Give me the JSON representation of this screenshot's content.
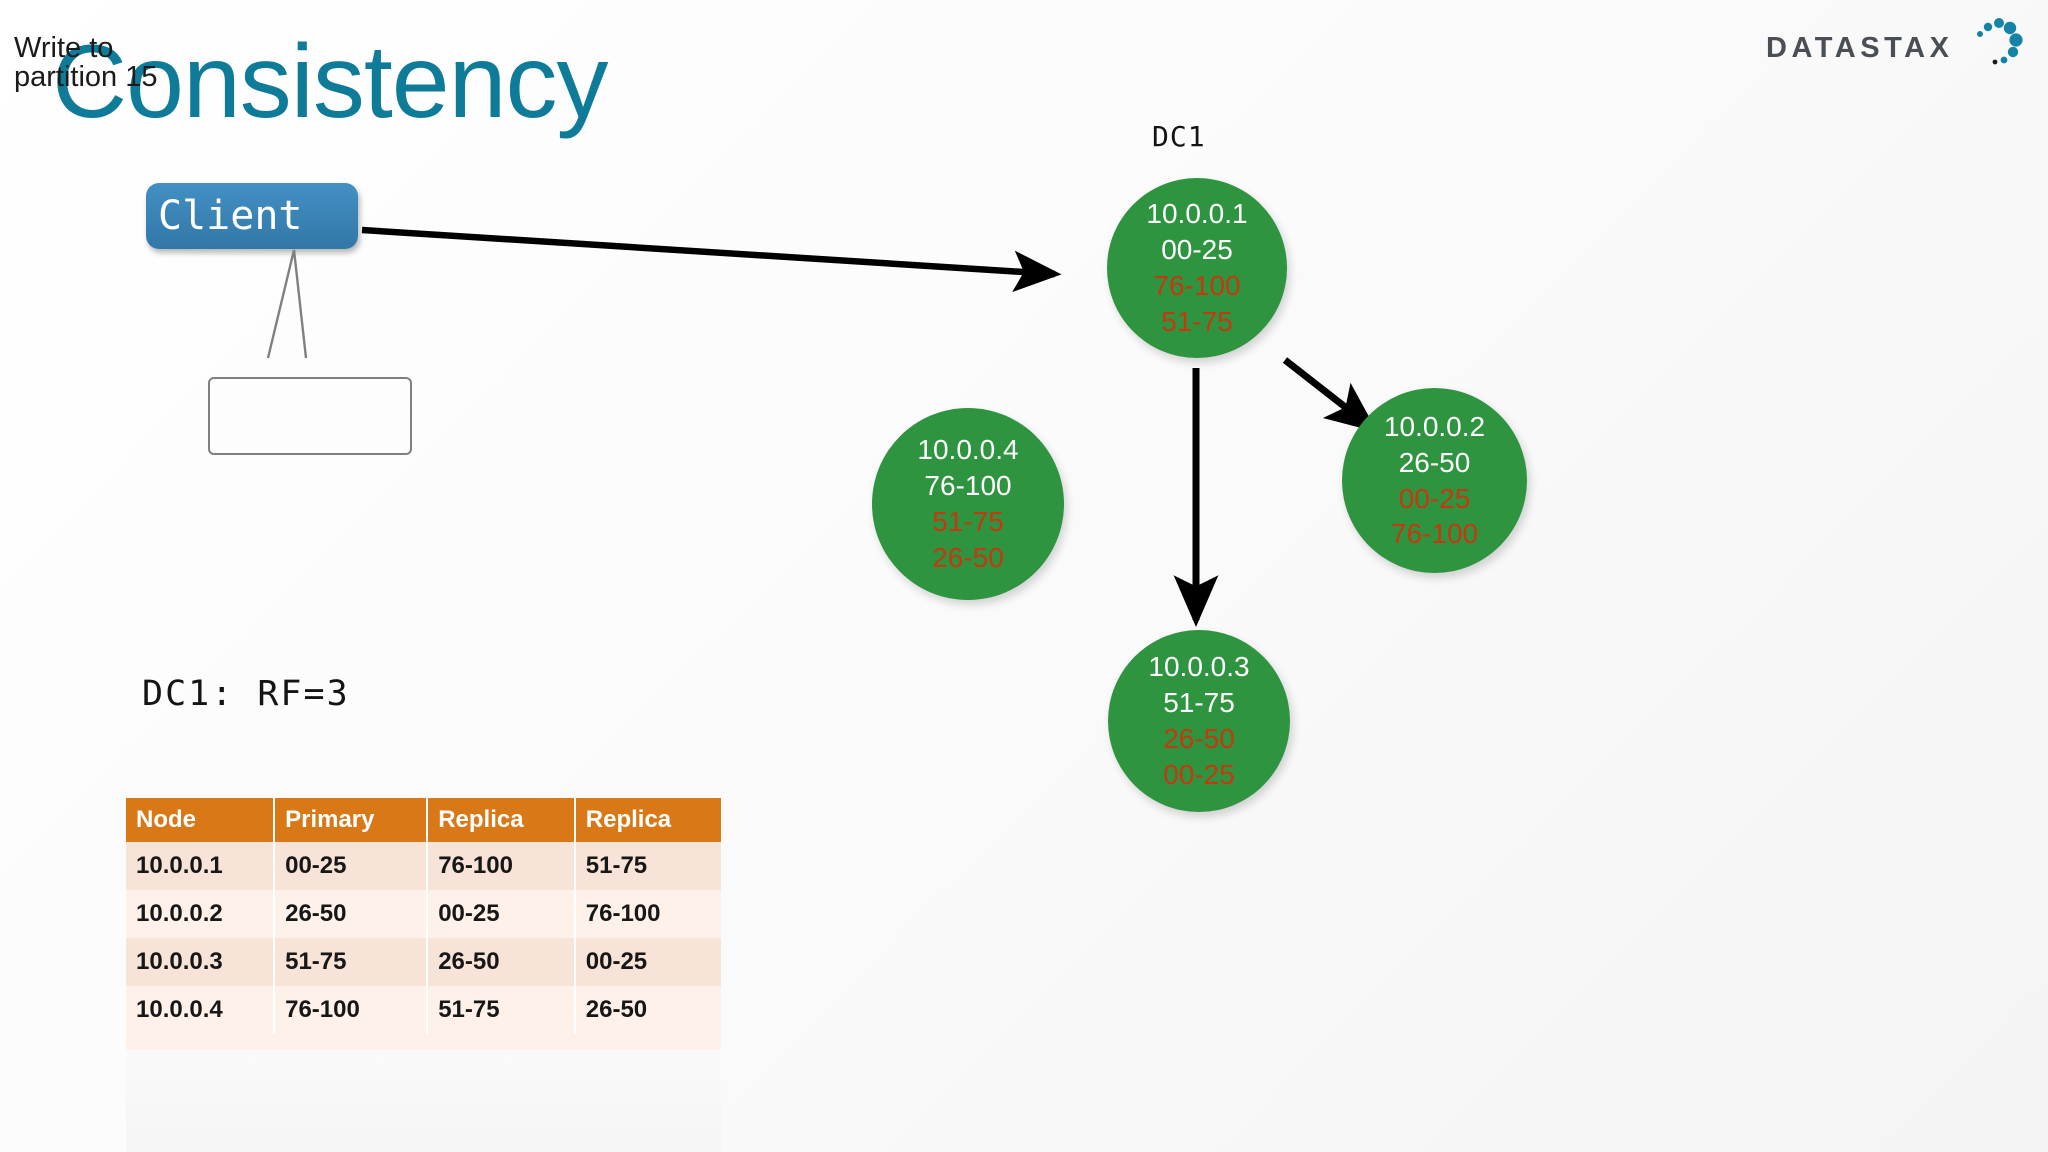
{
  "slide": {
    "title": "Consistency",
    "background_color": "#fbfbfb"
  },
  "logo": {
    "wordmark": "DATASTAX",
    "word_color": "#4a4f55",
    "dot_color": "#1383a6"
  },
  "client": {
    "label": "Client",
    "box_color": "#3a82b4",
    "text_color": "#ffffff"
  },
  "callout": {
    "text": "Write to\npartition 15",
    "border_color": "#808080",
    "fill_color": "#fdfdfd"
  },
  "datacenter": {
    "label": "DC1",
    "replication_caption": "DC1: RF=3"
  },
  "nodes": [
    {
      "id": "node-1",
      "ip": "10.0.0.1",
      "primary": "00-25",
      "replicas": [
        "76-100",
        "51-75"
      ],
      "color": "#2e9440"
    },
    {
      "id": "node-2",
      "ip": "10.0.0.2",
      "primary": "26-50",
      "replicas": [
        "00-25",
        "76-100"
      ],
      "color": "#2e9440"
    },
    {
      "id": "node-3",
      "ip": "10.0.0.3",
      "primary": "51-75",
      "replicas": [
        "26-50",
        "00-25"
      ],
      "color": "#2e9440"
    },
    {
      "id": "node-4",
      "ip": "10.0.0.4",
      "primary": "76-100",
      "replicas": [
        "51-75",
        "26-50"
      ],
      "color": "#2e9440"
    }
  ],
  "colors": {
    "title": "#0e7c99",
    "node_green": "#2e9440",
    "replica_text": "#c8370e",
    "table_header": "#d97817",
    "table_row_odd": "#f7e3d7",
    "table_row_even": "#fdf1e9",
    "arrow": "#000000"
  },
  "table": {
    "headers": [
      "Node",
      "Primary",
      "Replica",
      "Replica"
    ],
    "rows": [
      [
        "10.0.0.1",
        "00-25",
        "76-100",
        "51-75"
      ],
      [
        "10.0.0.2",
        "26-50",
        "00-25",
        "76-100"
      ],
      [
        "10.0.0.3",
        "51-75",
        "26-50",
        "00-25"
      ],
      [
        "10.0.0.4",
        "76-100",
        "51-75",
        "26-50"
      ]
    ]
  },
  "arrows": [
    {
      "name": "client-to-node-1",
      "from": "Client",
      "to": "10.0.0.1"
    },
    {
      "name": "node-1-to-node-2",
      "from": "10.0.0.1",
      "to": "10.0.0.2"
    },
    {
      "name": "node-1-to-node-3",
      "from": "10.0.0.1",
      "to": "10.0.0.3"
    }
  ]
}
